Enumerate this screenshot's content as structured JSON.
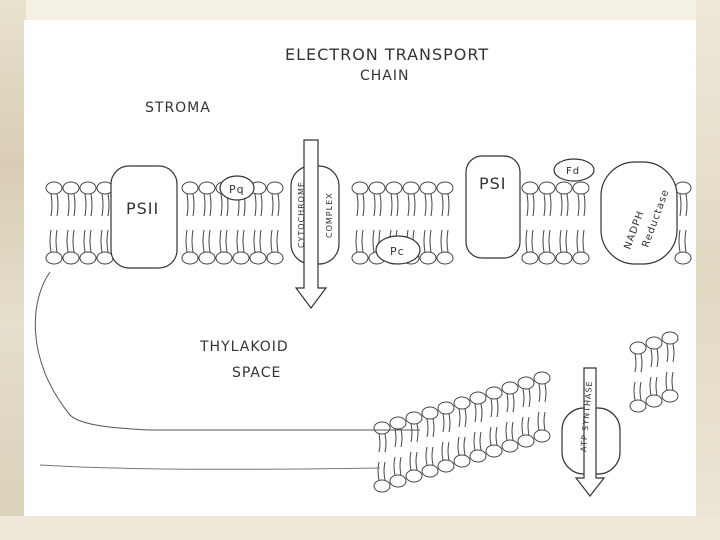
{
  "title": {
    "line1": "ELECTRON TRANSPORT",
    "line2": "CHAIN"
  },
  "regions": {
    "stroma": "STROMA",
    "thylakoid_line1": "THYLAKOID",
    "thylakoid_line2": "SPACE"
  },
  "complexes": {
    "psii": "PSII",
    "pq": "Pq",
    "cytochrome_line1": "CYTOCHROME",
    "cytochrome_line2": "COMPLEX",
    "pc": "Pc",
    "psi": "PSI",
    "fd": "Fd",
    "nadph_line1": "NADPH",
    "nadph_line2": "Reductase",
    "atp_synthase": "ATP SYNTHASE"
  },
  "colors": {
    "ink": "#3a3a3a",
    "paper": "#ffffff",
    "background": "#f4f0e4"
  }
}
